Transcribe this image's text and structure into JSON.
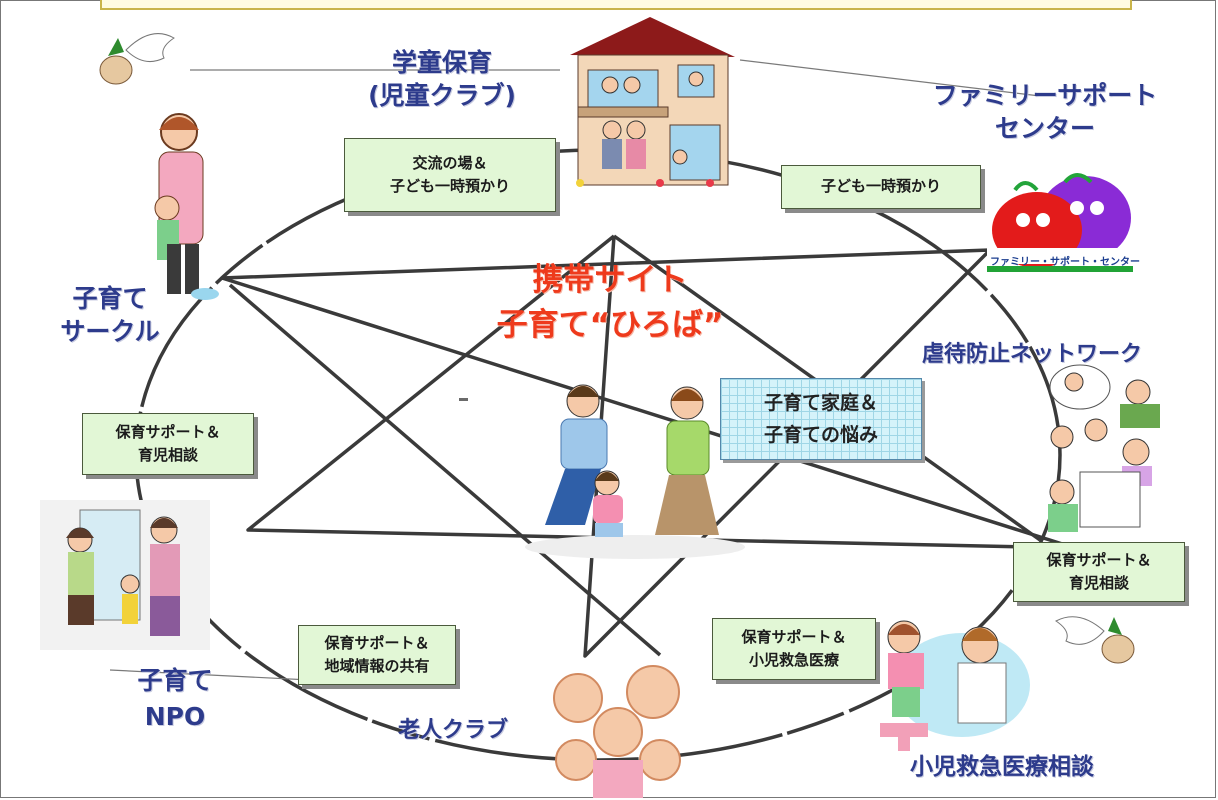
{
  "center": {
    "line1": "携帯サイト",
    "line2": "子育て“ひろば”"
  },
  "nodes": {
    "gakudou": {
      "line1": "学童保育",
      "line2": "(児童クラブ)"
    },
    "family_support": {
      "line1": "ファミリーサポート",
      "line2": "センター",
      "logo_text": "ファミリー・サポート・センター"
    },
    "circle": {
      "line1": "子育て",
      "line2": "サークル"
    },
    "abuse": {
      "line1": "虐待防止ネットワーク"
    },
    "npo": {
      "line1": "子育て",
      "line2": "NPO"
    },
    "elderly": {
      "line1": "老人クラブ"
    },
    "emergency": {
      "line1": "小児救急医療相談"
    }
  },
  "boxes": {
    "exchange": {
      "line1": "交流の場＆",
      "line2": "子ども一時預かり"
    },
    "temp_care": {
      "line1": "子ども一時預かり"
    },
    "support_left": {
      "line1": "保育サポート＆",
      "line2": "育児相談"
    },
    "support_right": {
      "line1": "保育サポート＆",
      "line2": "育児相談"
    },
    "support_info": {
      "line1": "保育サポート＆",
      "line2": "地域情報の共有"
    },
    "support_emergency": {
      "line1": "保育サポート＆",
      "line2": "小児救急医療"
    },
    "concern": {
      "line1": "子育て家庭＆",
      "line2": "子育ての悩み"
    }
  },
  "colors": {
    "node_text": "#2d3b8c",
    "center_text": "#ee3a1c",
    "box_fill": "#e2f7d6",
    "concern_fill": "#d5f3fa"
  }
}
